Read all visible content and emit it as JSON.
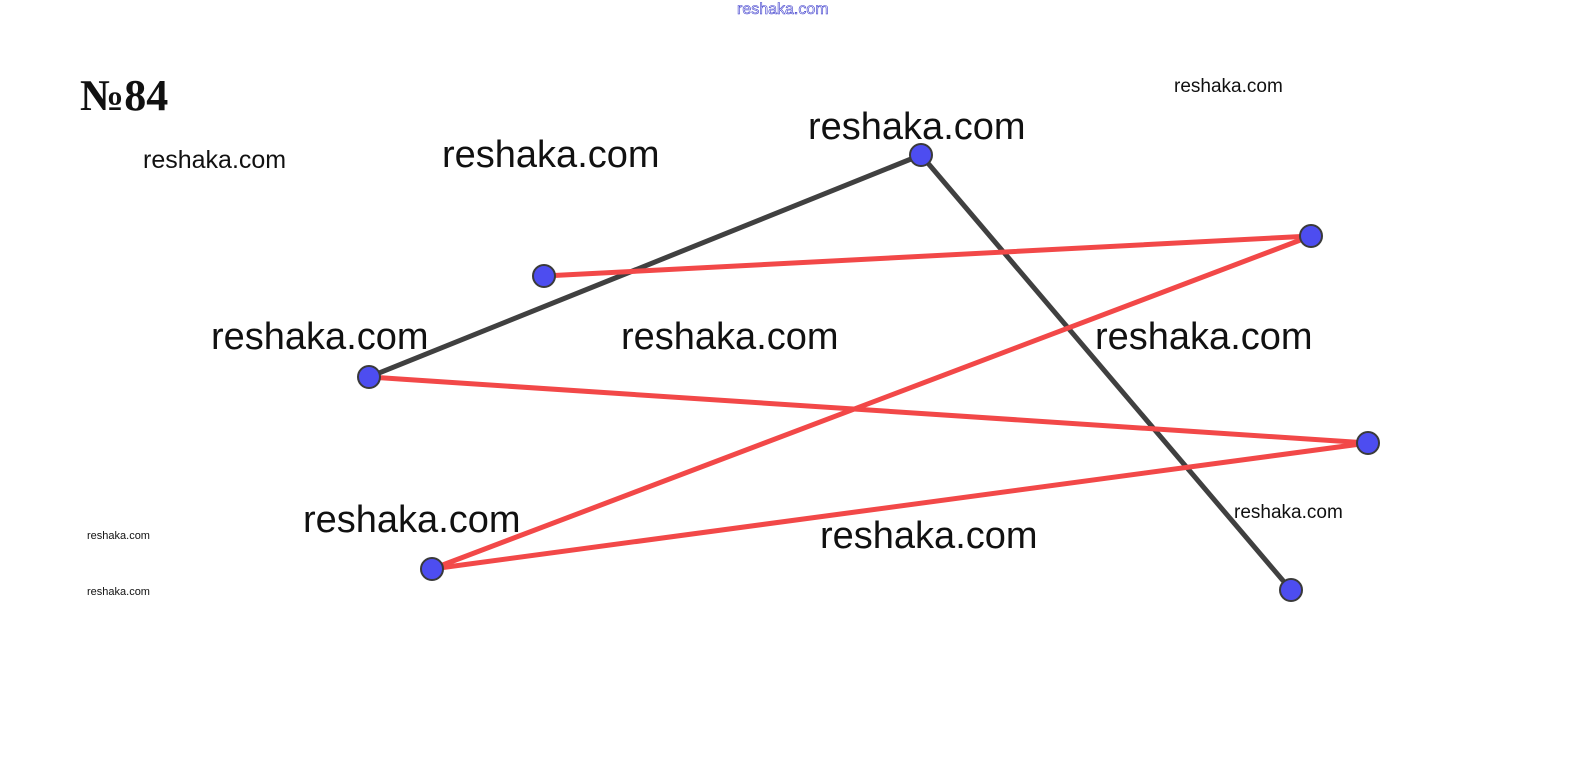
{
  "header": {
    "watermark": "reshaka.com"
  },
  "title": "№84",
  "watermarks": [
    "reshaka.com",
    "reshaka.com",
    "reshaka.com",
    "reshaka.com",
    "reshaka.com",
    "reshaka.com",
    "reshaka.com",
    "reshaka.com",
    "reshaka.com",
    "reshaka.com",
    "reshaka.com",
    "reshaka.com"
  ],
  "colors": {
    "point_fill": "#4d4df0",
    "point_stroke": "#3a3a3a",
    "black_segment": "#404040",
    "red_segment": "#f24848"
  }
}
